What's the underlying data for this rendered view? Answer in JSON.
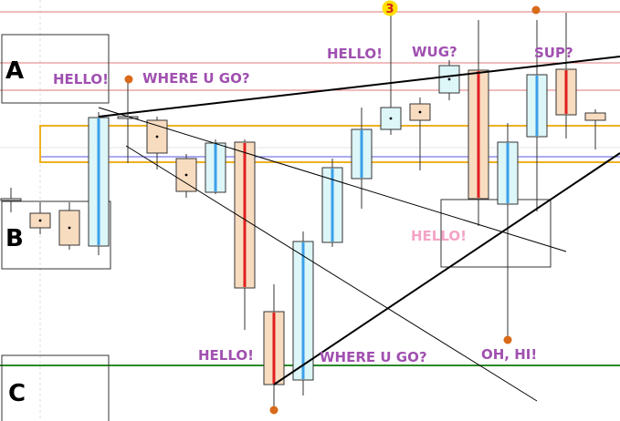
{
  "chart_data": {
    "type": "candlestick",
    "candles": [
      {
        "open": 244,
        "close": 244,
        "high": 256,
        "low": 229,
        "color": "neutral"
      },
      {
        "open": 228,
        "close": 212,
        "high": 240,
        "low": 205,
        "color": "orange"
      },
      {
        "open": 231,
        "close": 193,
        "high": 240,
        "low": 188,
        "color": "orange"
      },
      {
        "open": 192,
        "close": 333,
        "high": 339,
        "low": 182,
        "color": "cyan"
      },
      {
        "open": 334,
        "close": 334,
        "high": 378,
        "low": 283,
        "color": "neutral"
      },
      {
        "open": 330,
        "close": 294,
        "high": 334,
        "low": 276,
        "color": "orange"
      },
      {
        "open": 288,
        "close": 252,
        "high": 293,
        "low": 245,
        "color": "orange"
      },
      {
        "open": 251,
        "close": 305,
        "high": 309,
        "low": 249,
        "color": "cyan"
      },
      {
        "open": 306,
        "close": 146,
        "high": 309,
        "low": 100,
        "color": "orange"
      },
      {
        "open": 120,
        "close": 40,
        "high": 150,
        "low": 15,
        "color": "orange"
      },
      {
        "open": 45,
        "close": 197,
        "high": 208,
        "low": 28,
        "color": "cyan"
      },
      {
        "open": 196,
        "close": 278,
        "high": 288,
        "low": 191,
        "color": "cyan"
      },
      {
        "open": 266,
        "close": 320,
        "high": 344,
        "low": 233,
        "color": "cyan"
      },
      {
        "open": 320,
        "close": 344,
        "high": 448,
        "low": 314,
        "color": "cyan"
      },
      {
        "open": 348,
        "close": 330,
        "high": 355,
        "low": 275,
        "color": "orange"
      },
      {
        "open": 360,
        "close": 390,
        "high": 396,
        "low": 352,
        "color": "cyan"
      },
      {
        "open": 385,
        "close": 244,
        "high": 440,
        "low": 214,
        "color": "orange"
      },
      {
        "open": 238,
        "close": 306,
        "high": 327,
        "low": 90,
        "color": "cyan"
      },
      {
        "open": 312,
        "close": 380,
        "high": 440,
        "low": 230,
        "color": "cyan"
      },
      {
        "open": 386,
        "close": 336,
        "high": 448,
        "low": 310,
        "color": "orange"
      },
      {
        "open": 338,
        "close": 330,
        "high": 342,
        "low": 298,
        "color": "orange"
      }
    ],
    "annotations": {
      "zone_a": "A",
      "zone_b": "B",
      "zone_c": "C",
      "hello_1": "HELLO!",
      "where_1": "WHERE U GO?",
      "hello_2": "HELLO!",
      "wug": "WUG?",
      "sup": "SUP?",
      "hello_3": "HELLO!",
      "hello_4": "HELLO!",
      "where_2": "WHERE U GO?",
      "oh_hi": "OH, HI!",
      "marker_num": "3"
    },
    "colors": {
      "bull_fill": "#ddf6f8",
      "bull_center": "#3aa0e8",
      "bear_fill": "#f8dcc0",
      "bear_center": "#e02020",
      "orange_band": "#f0b020",
      "green_line": "#2a8a2a",
      "red_line": "#e07070",
      "marker": "#d86a1a",
      "marker_yellow": "#ffe000"
    }
  }
}
